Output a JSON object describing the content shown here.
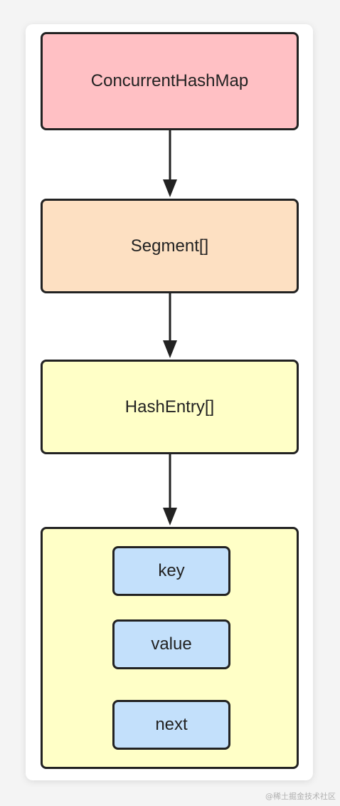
{
  "diagram": {
    "nodes": {
      "concurrent_hash_map": "ConcurrentHashMap",
      "segment_array": "Segment[]",
      "hash_entry_array": "HashEntry[]"
    },
    "entry_fields": {
      "key": "key",
      "value": "value",
      "next": "next"
    },
    "colors": {
      "concurrent_hash_map": "#ffc0c4",
      "segment_array": "#fde0c2",
      "hash_entry_array": "#ffffc7",
      "entry": "#ffffc7",
      "field": "#c3e0fb",
      "stroke": "#222222"
    }
  },
  "watermark": "@稀土掘金技术社区"
}
